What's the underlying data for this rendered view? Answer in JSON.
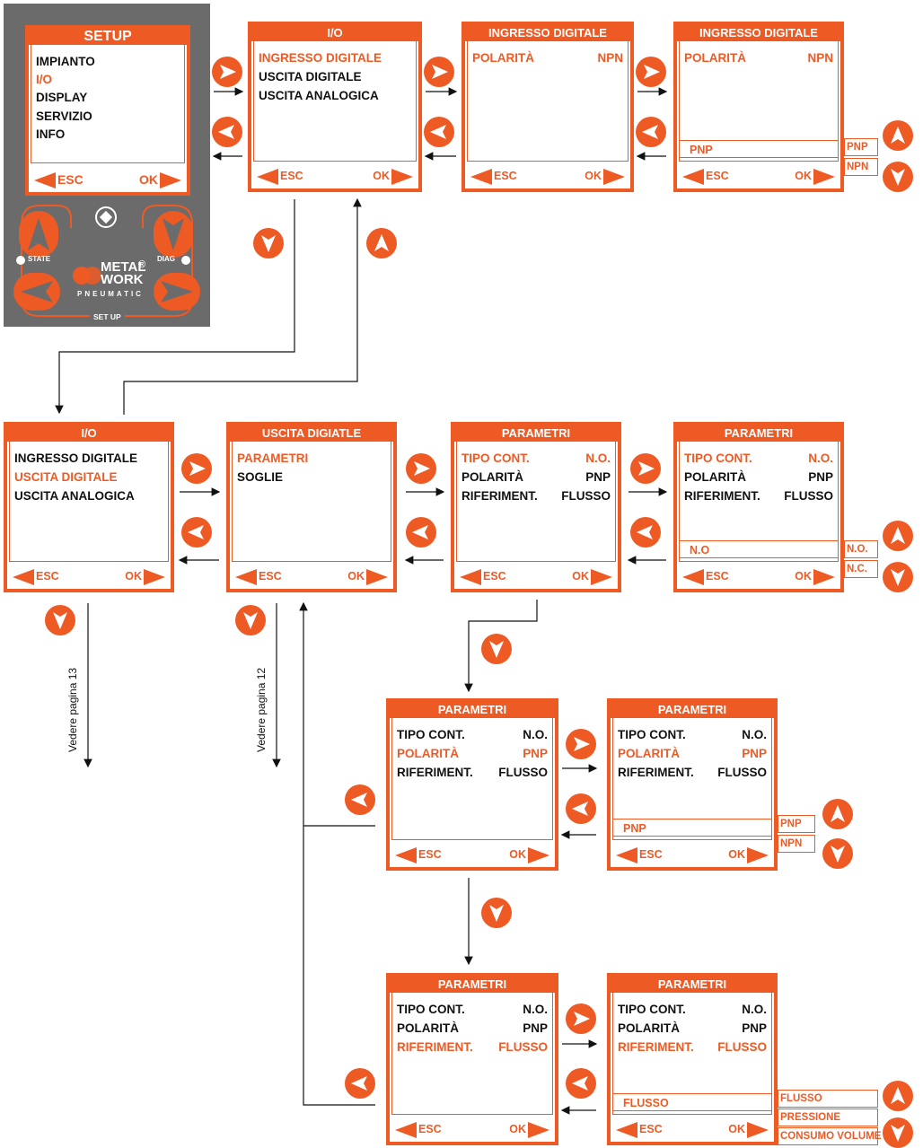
{
  "colors": {
    "accent": "#ee5a24",
    "device_body": "#6b6b6b",
    "text": "#111111"
  },
  "device": {
    "screen": {
      "title": "SETUP",
      "items": [
        "IMPIANTO",
        "I/O",
        "DISPLAY",
        "SERVIZIO",
        "INFO"
      ],
      "selected_index": 1,
      "esc": "ESC",
      "ok": "OK"
    },
    "state_label": "STATE",
    "diag_label": "DIAG",
    "brand_line1": "METAL",
    "brand_line2": "WORK",
    "brand_mark": "®",
    "brand_sub": "PNEUMATIC",
    "setup_label": "SET UP"
  },
  "screens": {
    "io_1": {
      "title": "I/O",
      "items": [
        "INGRESSO DIGITALE",
        "USCITA DIGITALE",
        "USCITA ANALOGICA"
      ],
      "esc": "ESC",
      "ok": "OK"
    },
    "in_dig_1": {
      "title": "INGRESSO DIGITALE",
      "k1": "POLARITÀ",
      "v1": "NPN",
      "esc": "ESC",
      "ok": "OK"
    },
    "in_dig_2": {
      "title": "INGRESSO DIGITALE",
      "k1": "POLARITÀ",
      "v1": "NPN",
      "bar": "PNP",
      "esc": "ESC",
      "ok": "OK"
    },
    "io_2": {
      "title": "I/O",
      "items": [
        "INGRESSO DIGITALE",
        "USCITA DIGITALE",
        "USCITA ANALOGICA"
      ],
      "esc": "ESC",
      "ok": "OK"
    },
    "usc_dig": {
      "title": "USCITA DIGIATLE",
      "items": [
        "PARAMETRI",
        "SOGLIE"
      ],
      "esc": "ESC",
      "ok": "OK"
    },
    "par_1": {
      "title": "PARAMETRI",
      "rows": [
        {
          "k": "TIPO CONT.",
          "v": "N.O."
        },
        {
          "k": "POLARITÀ",
          "v": "PNP"
        },
        {
          "k": "RIFERIMENT.",
          "v": "FLUSSO"
        }
      ],
      "esc": "ESC",
      "ok": "OK"
    },
    "par_2": {
      "title": "PARAMETRI",
      "rows": [
        {
          "k": "TIPO CONT.",
          "v": "N.O."
        },
        {
          "k": "POLARITÀ",
          "v": "PNP"
        },
        {
          "k": "RIFERIMENT.",
          "v": "FLUSSO"
        }
      ],
      "bar": "N.O",
      "esc": "ESC",
      "ok": "OK"
    },
    "par_3": {
      "title": "PARAMETRI",
      "rows": [
        {
          "k": "TIPO CONT.",
          "v": "N.O."
        },
        {
          "k": "POLARITÀ",
          "v": "PNP"
        },
        {
          "k": "RIFERIMENT.",
          "v": "FLUSSO"
        }
      ],
      "esc": "ESC",
      "ok": "OK"
    },
    "par_4": {
      "title": "PARAMETRI",
      "rows": [
        {
          "k": "TIPO CONT.",
          "v": "N.O."
        },
        {
          "k": "POLARITÀ",
          "v": "PNP"
        },
        {
          "k": "RIFERIMENT.",
          "v": "FLUSSO"
        }
      ],
      "bar": "PNP",
      "esc": "ESC",
      "ok": "OK"
    },
    "par_5": {
      "title": "PARAMETRI",
      "rows": [
        {
          "k": "TIPO CONT.",
          "v": "N.O."
        },
        {
          "k": "POLARITÀ",
          "v": "PNP"
        },
        {
          "k": "RIFERIMENT.",
          "v": "FLUSSO"
        }
      ],
      "esc": "ESC",
      "ok": "OK"
    },
    "par_6": {
      "title": "PARAMETRI",
      "rows": [
        {
          "k": "TIPO CONT.",
          "v": "N.O."
        },
        {
          "k": "POLARITÀ",
          "v": "PNP"
        },
        {
          "k": "RIFERIMENT.",
          "v": "FLUSSO"
        }
      ],
      "bar": "FLUSSO",
      "esc": "ESC",
      "ok": "OK"
    }
  },
  "options": {
    "polarity_in": [
      "PNP",
      "NPN"
    ],
    "contact": [
      "N.O.",
      "N.C."
    ],
    "polarity_out": [
      "PNP",
      "NPN"
    ],
    "reference": [
      "FLUSSO",
      "PRESSIONE",
      "CONSUMO VOLUME"
    ]
  },
  "side_notes": {
    "page13": "Vedere pagina 13",
    "page12": "Vedere pagina 12"
  }
}
